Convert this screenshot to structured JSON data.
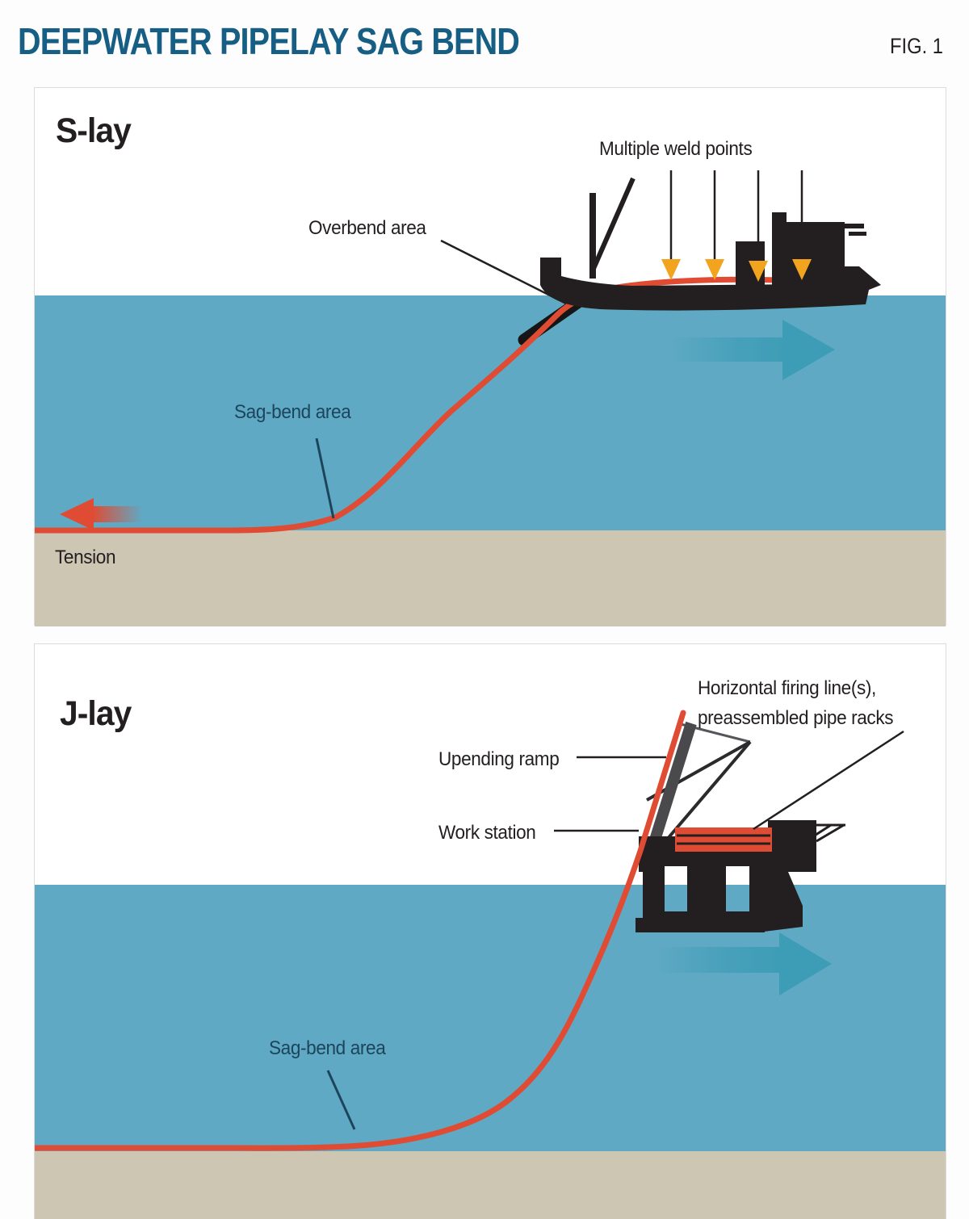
{
  "page": {
    "title": "DEEPWATER PIPELAY SAG BEND",
    "figure_label": "FIG. 1"
  },
  "s_lay": {
    "heading": "S-lay",
    "labels": {
      "weld_points": "Multiple weld points",
      "overbend": "Overbend area",
      "sag_bend": "Sag-bend area",
      "tension": "Tension"
    }
  },
  "j_lay": {
    "heading": "J-lay",
    "labels": {
      "firing_line_1": "Horizontal firing line(s),",
      "firing_line_2": "preassembled pipe racks",
      "upending_ramp": "Upending ramp",
      "work_station": "Work station",
      "sag_bend": "Sag-bend area"
    }
  },
  "icons": {
    "s_lay_vessel": "pipelay-ship-silhouette",
    "j_lay_platform": "semi-submersible-platform-silhouette",
    "current_arrow": "right-fading-teal-arrow",
    "tension_arrow": "left-fading-red-arrow",
    "weld_point_arrow": "yellow-down-triangle-pointer",
    "pipeline": "red-pipe-curve"
  },
  "colors": {
    "title_blue": "#165E84",
    "text_black": "#231F20",
    "label_navy": "#1C455C",
    "water_blue": "#5FA9C4",
    "seabed_tan": "#CCC6B2",
    "pipe_red": "#E04B33",
    "ship_black": "#231F20",
    "current_teal": "#3E9DB6",
    "weld_yellow": "#F2A41F",
    "ramp_gray": "#4A4A4D",
    "panel_border": "#DCDCDC",
    "sky_white": "#FFFFFF"
  }
}
